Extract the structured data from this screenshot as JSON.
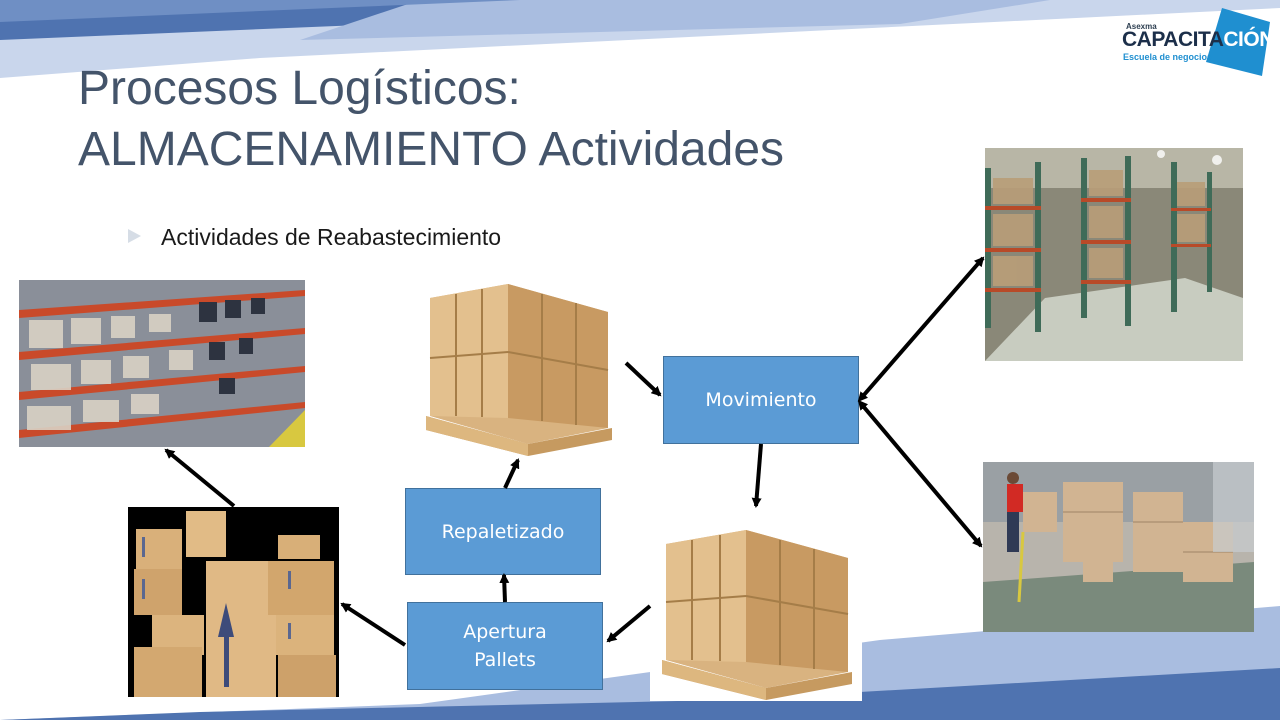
{
  "title": {
    "line1": "Procesos Logísticos:",
    "line2": "ALMACENAMIENTO Actividades"
  },
  "bullet": "Actividades de Reabastecimiento",
  "logo": {
    "prefix": "Asexma",
    "brand_dark": "CAPACITA",
    "brand_light": "CIÓN",
    "tagline": "Escuela de negocios"
  },
  "boxes": {
    "movimiento": "Movimiento",
    "repaletizado": "Repaletizado",
    "apertura_line1": "Apertura",
    "apertura_line2": "Pallets"
  },
  "colors": {
    "box_fill": "#5b9bd5",
    "box_border": "#41719c",
    "title": "#44546a",
    "banner_dark": "#4f73b0",
    "banner_light": "#a9bde0",
    "logo_teal": "#1f8fd0"
  },
  "photos": {
    "top_left": "warehouse-shelving-photo",
    "pallet_top": "pallet-boxes-photo",
    "pallet_bottom": "pallet-boxes-photo",
    "boxes_stack": "stacked-boxes-photo",
    "warehouse_aisle": "warehouse-racks-photo",
    "worker": "worker-floor-photo"
  }
}
